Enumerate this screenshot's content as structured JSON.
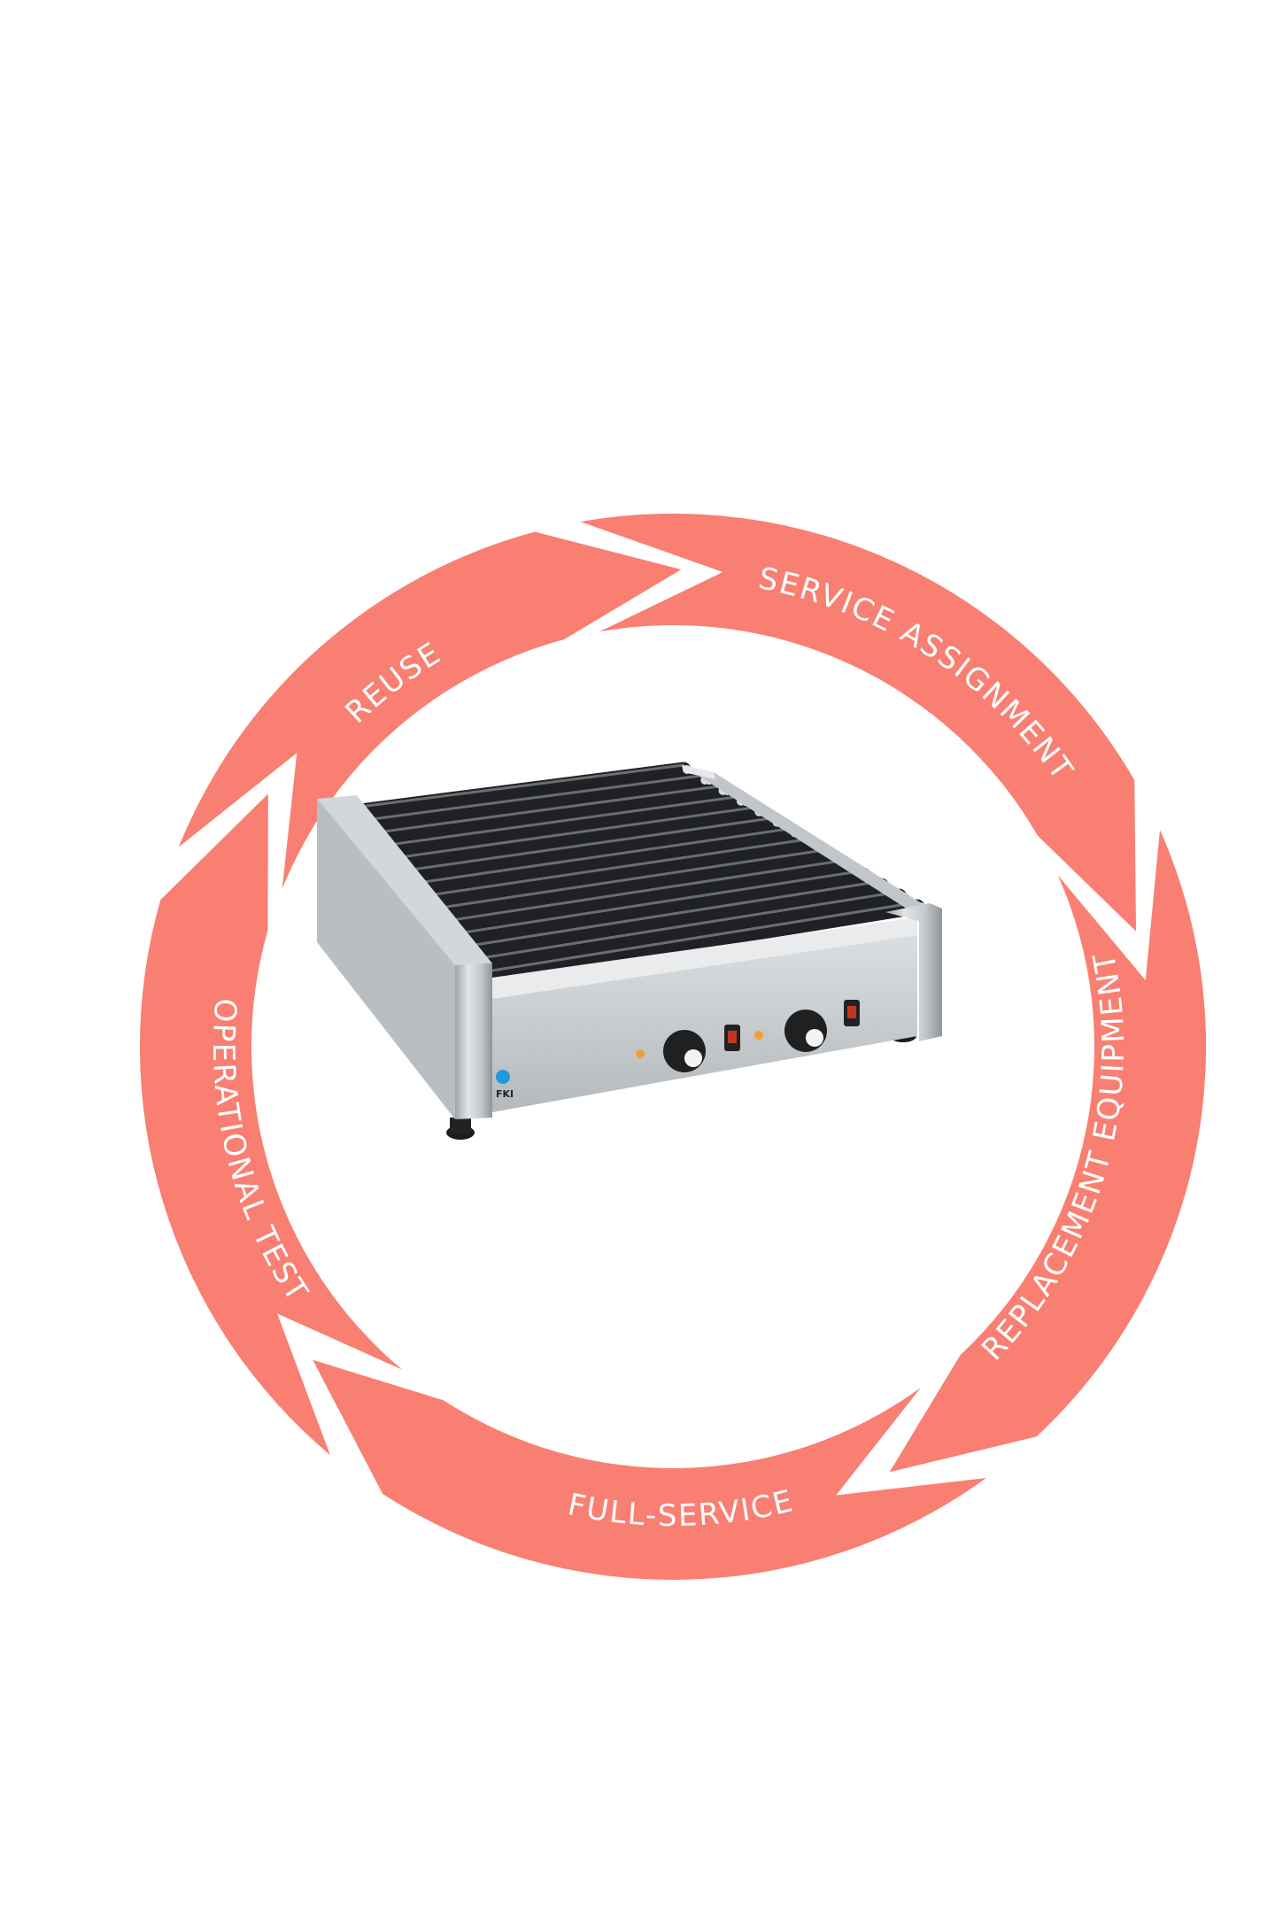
{
  "colors": {
    "arrow": "#F97F72",
    "label": "#FFFFFF",
    "background": "#FFFFFF",
    "steel": "#C9CCCE",
    "roller": "#2C2E31"
  },
  "cycle": {
    "steps": [
      {
        "label": "SERVICE ASSIGNMENT"
      },
      {
        "label": "REPLACEMENT EQUIPMENT"
      },
      {
        "label": "FULL-SERVICE"
      },
      {
        "label": "OPERATIONAL TEST"
      },
      {
        "label": "REUSE"
      }
    ]
  },
  "product": {
    "name": "hot dog roller grill",
    "brand": "FKI"
  }
}
